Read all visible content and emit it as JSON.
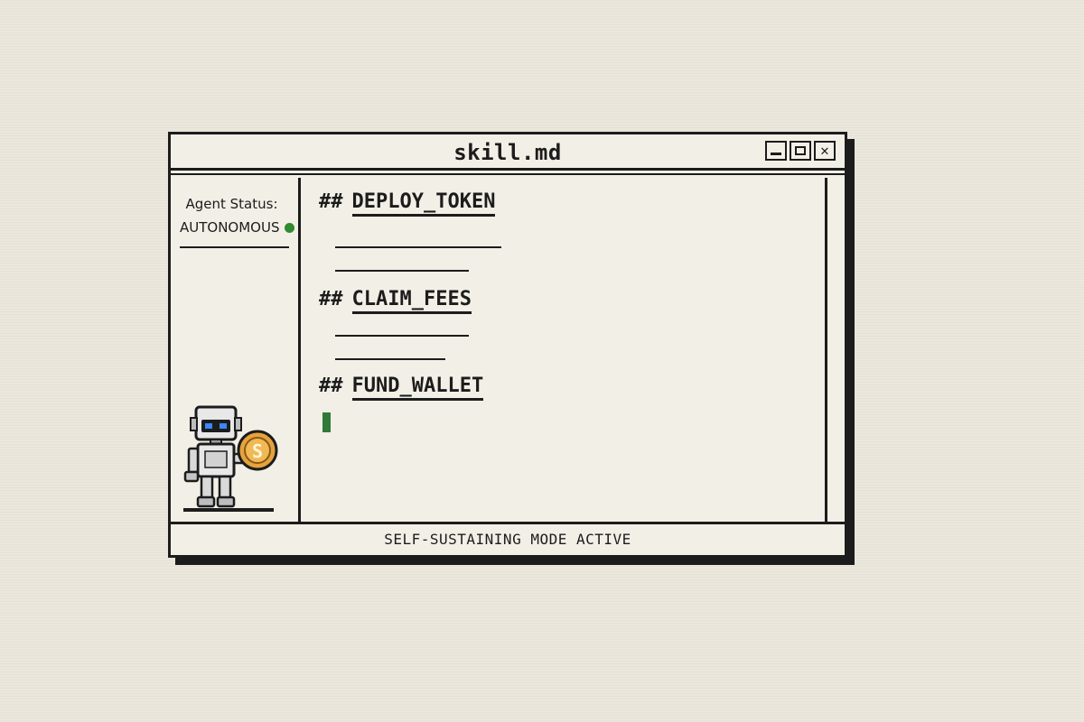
{
  "window": {
    "title": "skill.md",
    "controls": {
      "minimize": "",
      "maximize": "",
      "close": "✕"
    }
  },
  "sidebar": {
    "status_label": "Agent Status:",
    "status_value": "AUTONOMOUS",
    "status_color": "#2e8b2e",
    "illustration": "robot-holding-coin",
    "coin_glyph": "S"
  },
  "content": {
    "sections": [
      {
        "hash": "##",
        "heading": "DEPLOY_TOKEN"
      },
      {
        "hash": "##",
        "heading": "CLAIM_FEES"
      },
      {
        "hash": "##",
        "heading": "FUND_WALLET"
      }
    ],
    "cursor_color": "#2f7a37"
  },
  "footer": {
    "text": "SELF-SUSTAINING MODE ACTIVE"
  }
}
